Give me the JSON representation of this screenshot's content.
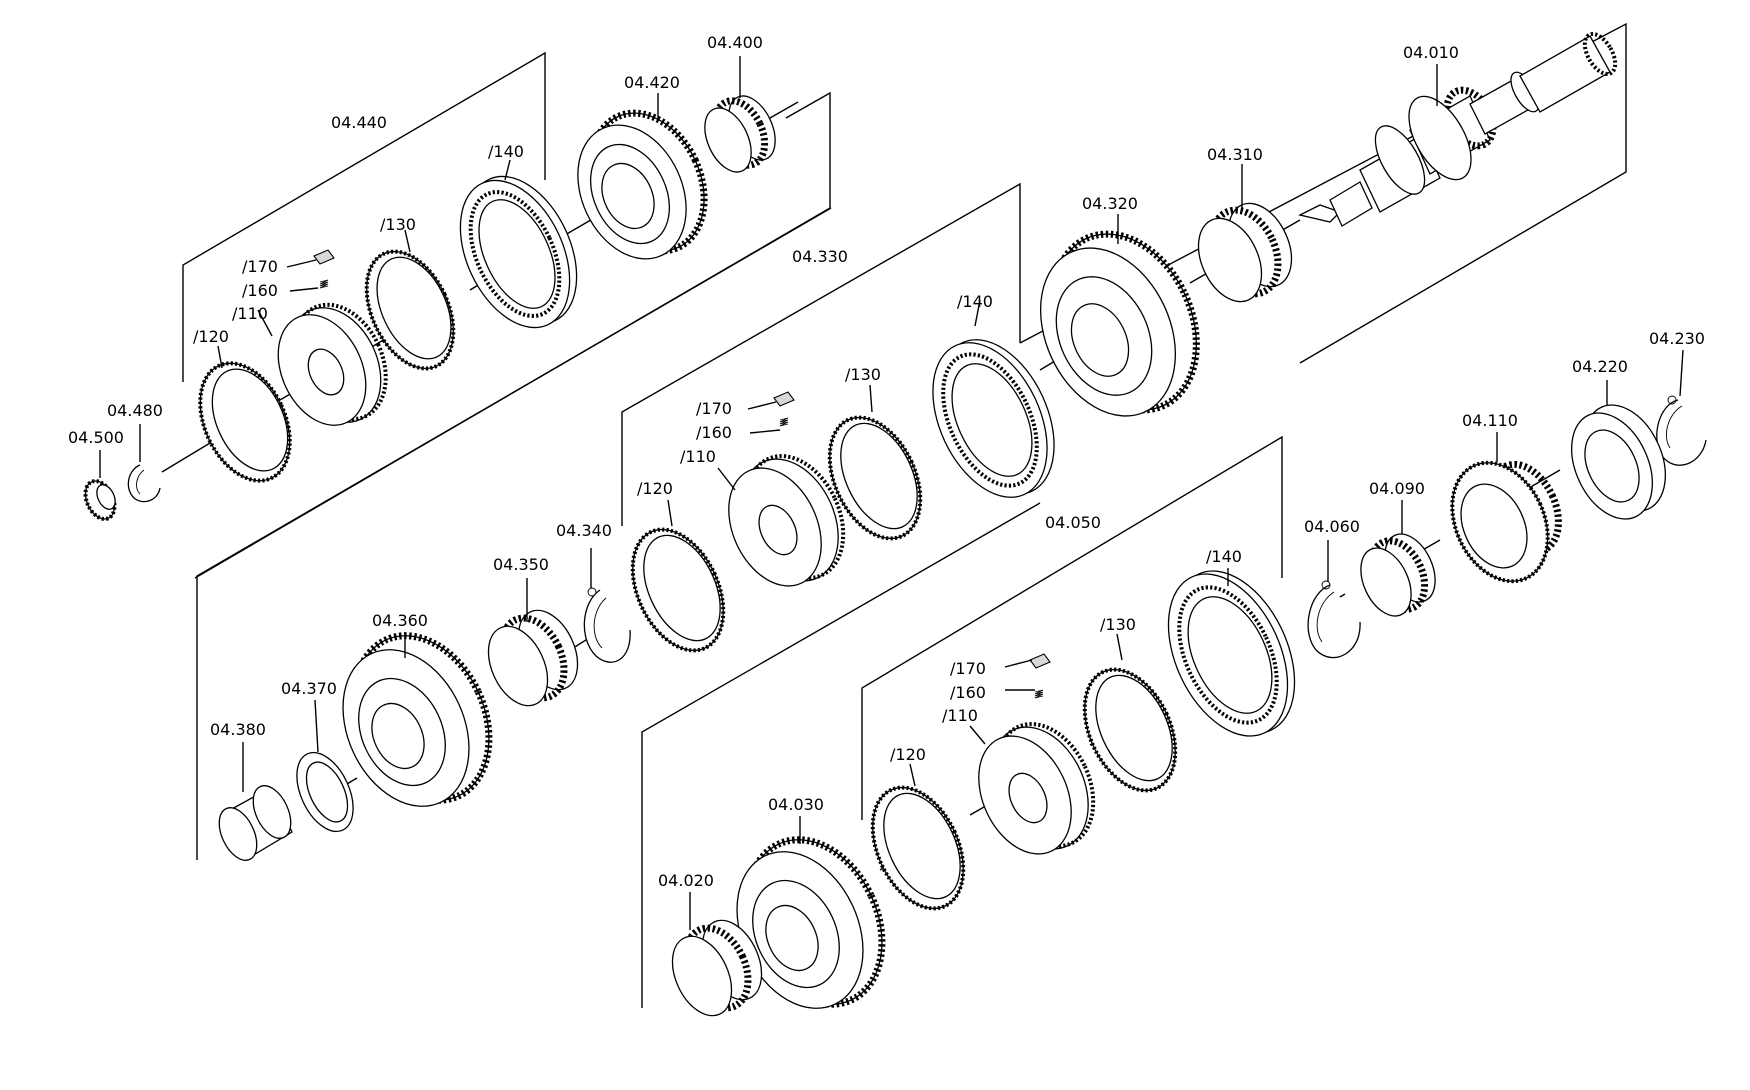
{
  "labels": {
    "p04_010": "04.010",
    "p04_020": "04.020",
    "p04_030": "04.030",
    "p04_050": "04.050",
    "p04_060": "04.060",
    "p04_090": "04.090",
    "p04_110": "04.110",
    "p04_220": "04.220",
    "p04_230": "04.230",
    "p04_310": "04.310",
    "p04_320": "04.320",
    "p04_330": "04.330",
    "p04_340": "04.340",
    "p04_350": "04.350",
    "p04_360": "04.360",
    "p04_370": "04.370",
    "p04_380": "04.380",
    "p04_400": "04.400",
    "p04_420": "04.420",
    "p04_440": "04.440",
    "p04_480": "04.480",
    "p04_500": "04.500"
  },
  "sub_labels": {
    "s110": "/110",
    "s120": "/120",
    "s130": "/130",
    "s140": "/140",
    "s160": "/160",
    "s170": "/170"
  }
}
